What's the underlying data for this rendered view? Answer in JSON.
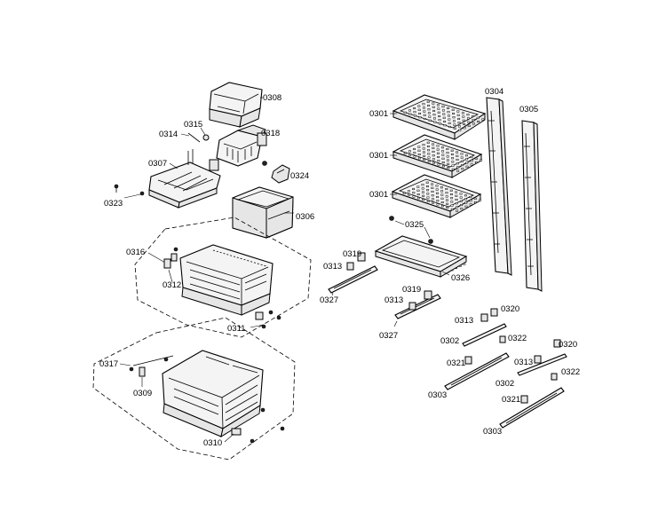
{
  "labels": {
    "l0308": "0308",
    "l0315": "0315",
    "l0314": "0314",
    "l0318": "0318",
    "l0307": "0307",
    "l0324": "0324",
    "l0323": "0323",
    "l0306": "0306",
    "l0316": "0316",
    "l0312": "0312",
    "l0311": "0311",
    "l0317": "0317",
    "l0309": "0309",
    "l0310": "0310",
    "l0301a": "0301",
    "l0301b": "0301",
    "l0301c": "0301",
    "l0304": "0304",
    "l0305": "0305",
    "l0325": "0325",
    "l0326": "0326",
    "l0319a": "0319",
    "l0313a": "0313",
    "l0327a": "0327",
    "l0319b": "0319",
    "l0313b": "0313",
    "l0327b": "0327",
    "l0313c": "0313",
    "l0320a": "0320",
    "l0302a": "0302",
    "l0322a": "0322",
    "l0321a": "0321",
    "l0303a": "0303",
    "l0320b": "0320",
    "l0313d": "0313",
    "l0322b": "0322",
    "l0302b": "0302",
    "l0321b": "0321",
    "l0303b": "0303"
  }
}
